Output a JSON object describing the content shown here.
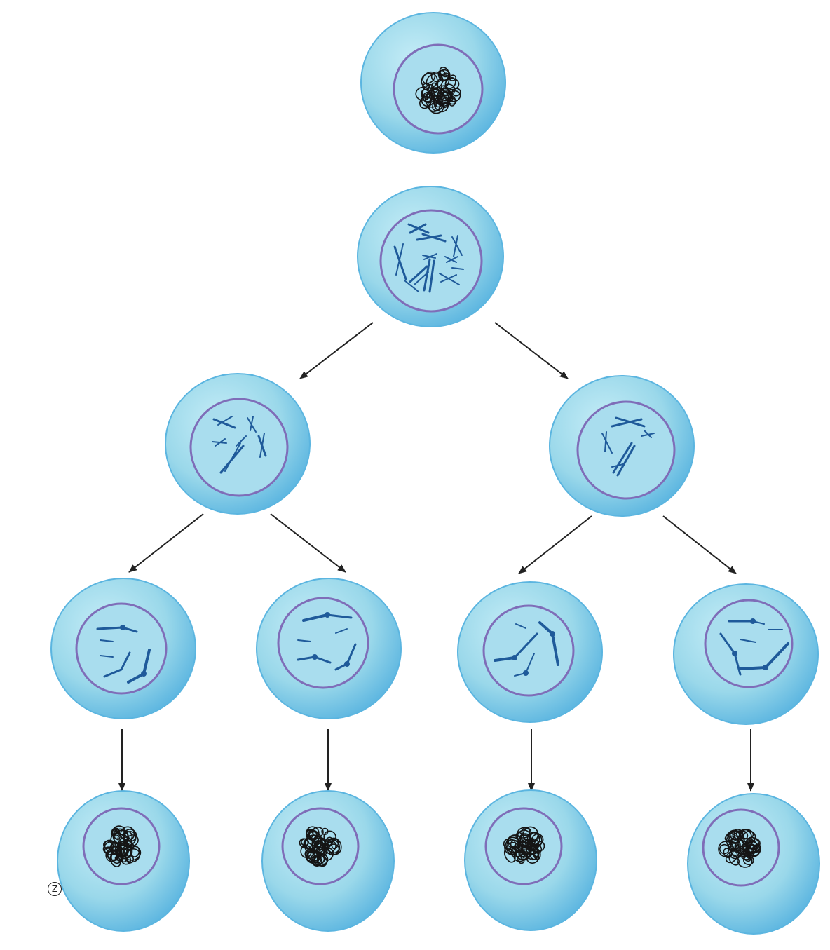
{
  "diagram": {
    "colors": {
      "cell_fill": "#9ad8ea",
      "cell_edge": "#5bb5e0",
      "cell_highlight": "#c6edf7",
      "nucleus_fill": "#a9ddee",
      "nuclear_envelope": "#7f6db8",
      "chromosome": "#1f5a9a",
      "chromatin": "#151515",
      "arrow": "#222222"
    },
    "cells": [
      {
        "id": "parent-interphase",
        "nucleus": "chromatin"
      },
      {
        "id": "parent-prophase",
        "nucleus": "chromosomes"
      },
      {
        "id": "daughter-1",
        "nucleus": "chromosomes"
      },
      {
        "id": "daughter-2",
        "nucleus": "chromosomes"
      },
      {
        "id": "granddaughter-1",
        "nucleus": "chromosomes"
      },
      {
        "id": "granddaughter-2",
        "nucleus": "chromosomes"
      },
      {
        "id": "granddaughter-3",
        "nucleus": "chromosomes"
      },
      {
        "id": "granddaughter-4",
        "nucleus": "chromosomes"
      },
      {
        "id": "final-1",
        "nucleus": "chromatin"
      },
      {
        "id": "final-2",
        "nucleus": "chromatin"
      },
      {
        "id": "final-3",
        "nucleus": "chromatin"
      },
      {
        "id": "final-4",
        "nucleus": "chromatin"
      }
    ],
    "corner_mark": "Z"
  }
}
